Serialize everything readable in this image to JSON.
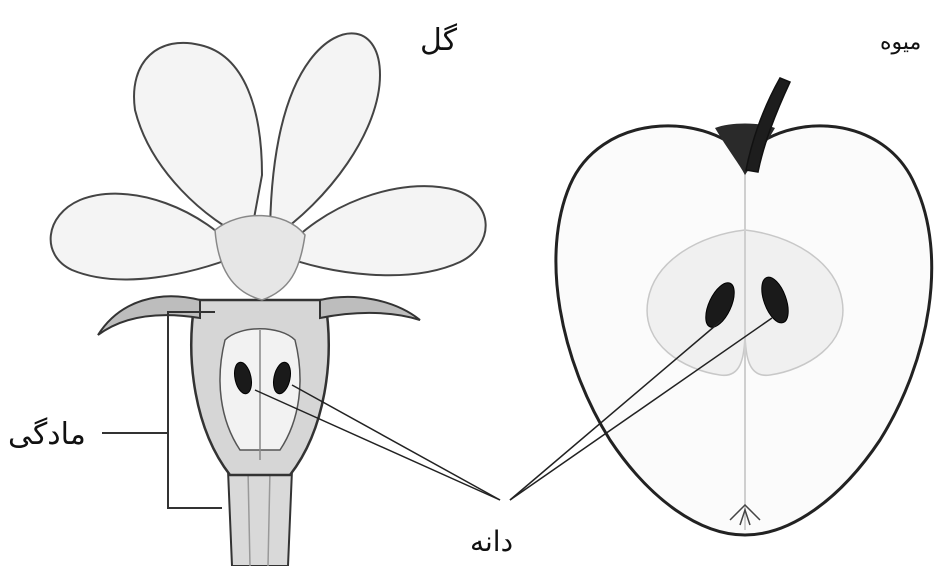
{
  "labels": {
    "flower": "گل",
    "fruit": "میوه",
    "pistil": "مادگی",
    "seed": "دانه"
  },
  "colors": {
    "ink": "#111111",
    "petal_fill": "#f4f4f4",
    "stalk_fill": "#d6d6d6",
    "seed_fill": "#1a1a1a"
  }
}
